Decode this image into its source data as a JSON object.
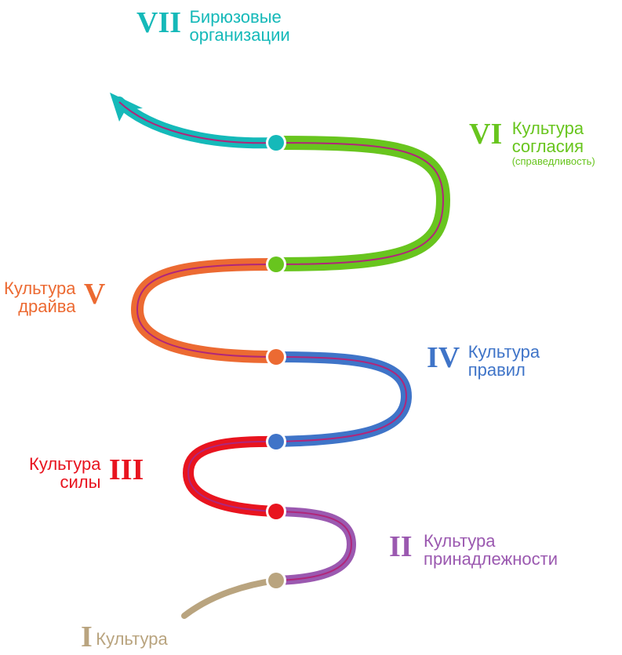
{
  "stages": [
    {
      "id": "I",
      "numeral": "I",
      "title_lines": [
        "Культура"
      ],
      "note": "",
      "color": "#b9a47f"
    },
    {
      "id": "II",
      "numeral": "II",
      "title_lines": [
        "Культура",
        "принадлежности"
      ],
      "note": "",
      "color": "#9b59b0"
    },
    {
      "id": "III",
      "numeral": "III",
      "title_lines": [
        "Культура",
        "силы"
      ],
      "note": "",
      "color": "#e8141f"
    },
    {
      "id": "IV",
      "numeral": "IV",
      "title_lines": [
        "Культура",
        "правил"
      ],
      "note": "",
      "color": "#3f74c8"
    },
    {
      "id": "V",
      "numeral": "V",
      "title_lines": [
        "Культура",
        "драйва"
      ],
      "note": "",
      "color": "#ec6a32"
    },
    {
      "id": "VI",
      "numeral": "VI",
      "title_lines": [
        "Культура",
        "согласия"
      ],
      "note": "(справедливость)",
      "color": "#68c51e"
    },
    {
      "id": "VII",
      "numeral": "VII",
      "title_lines": [
        "Бирюзовые",
        "организации"
      ],
      "note": "",
      "color": "#15b9b9"
    }
  ],
  "inner_line_color": "#b0267a"
}
